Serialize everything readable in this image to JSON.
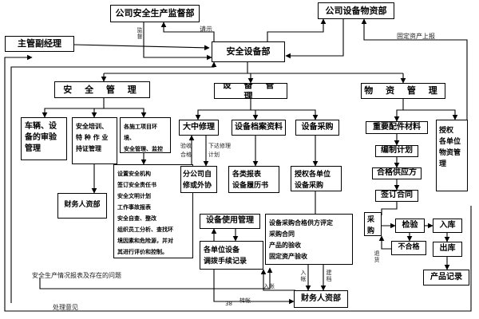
{
  "nodes": {
    "supervision": "公司安全生产监督部",
    "materials_dept": "公司设备物资部",
    "vice_manager": "主管副经理",
    "equipment_dept": "安全设备部",
    "safety_mgmt": "安 全 管 理",
    "equip_mgmt": "设 备 管 理",
    "material_mgmt": "物 资 管 理",
    "vehicle_review": [
      "车辆、设",
      "备的审验",
      "管理"
    ],
    "safety_training": [
      "安全培训、",
      "特 种 作 业",
      "持证管理"
    ],
    "site_env": [
      "各施工项目环境、",
      "安全管理、监控"
    ],
    "finance_1": "财务人资部",
    "safety_duties": [
      "设置安全机构",
      "签订安全责任书",
      "安全文明计划",
      "工作事故报表",
      "安全自查、整改",
      "组织员工分析、查找环",
      "境因素和危险源，并对",
      "其进行评价和控制。"
    ],
    "overhaul": "大中修理",
    "branch_repair": [
      "分公司自",
      "修或外协"
    ],
    "equip_archives": "设备档案资料",
    "equip_purchase": "设备采购",
    "reports": [
      "各类报表",
      "设备履历书"
    ],
    "authorize_purchase": [
      "授权各单位",
      "设备采购"
    ],
    "equip_usage": "设备使用管理",
    "unit_records": [
      "各单位设备",
      "调拨手续记录"
    ],
    "purchase_list": [
      "设备采购合格供方评定",
      "采购合同",
      "产品的验收",
      "固定资产验收"
    ],
    "finance_2": "财务人资部",
    "parts_materials": "重要配件材料",
    "authorize_materials": [
      "授权",
      "各单位",
      "物资管",
      "理"
    ],
    "compile_plan": "编制计划",
    "qualified_supplier": "合格供应方",
    "sign_contract": "签订合同",
    "procure": [
      "采",
      "购"
    ],
    "inspect": "检验",
    "store": "入库",
    "unqualified": "不合格",
    "dispatch": "出库",
    "product_record": "产品记录"
  },
  "labels": {
    "request": "请示",
    "fixed_asset_report": "固定资产上报",
    "supervise": [
      "监",
      "督"
    ],
    "overhaul_check": [
      "验收",
      "合格"
    ],
    "overhaul_plan": [
      "下达修理",
      "计划"
    ],
    "safety_problems": "安全生产情况报表及存在的问题",
    "handling": "处理意见",
    "entry_account": "入帐",
    "transfer_account": "转帐",
    "build_account": [
      "建",
      "档"
    ],
    "entry_account_v": [
      "入",
      "帐"
    ],
    "return_goods": [
      "退",
      "货"
    ],
    "margin_number": "38"
  }
}
